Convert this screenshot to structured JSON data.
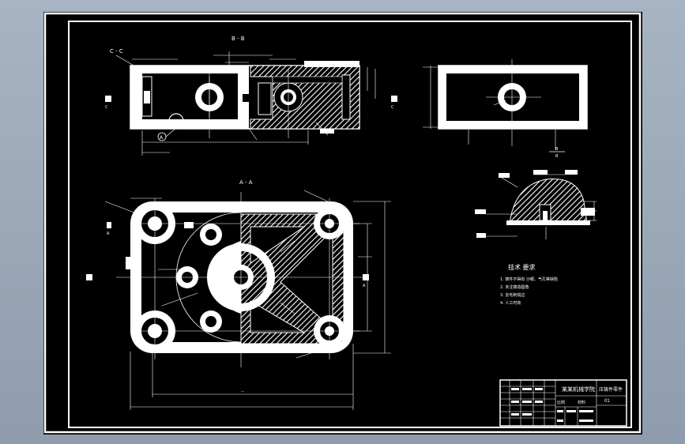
{
  "views": {
    "bb_title": "B - B",
    "cc_title": "C - C",
    "aa_title": "A - A",
    "balloon": "A"
  },
  "side_labels": {
    "c_left": "C",
    "c_right": "C",
    "a_left": "A",
    "a_right": "A",
    "b_top": "B",
    "b_bottom": "B"
  },
  "tech_notes": {
    "title": "技术 要求",
    "lines": [
      "1. 铸件不得有 沙眼、气孔等缺陷",
      "2. 未注铸造圆角",
      "3. 去毛刺锐边",
      "4. 人工时效"
    ]
  },
  "title_block": {
    "part_name": "压铸件零件",
    "school": "某某机械学院",
    "drawing_no": "01",
    "scale_label": "比例",
    "material_label": "材料"
  }
}
